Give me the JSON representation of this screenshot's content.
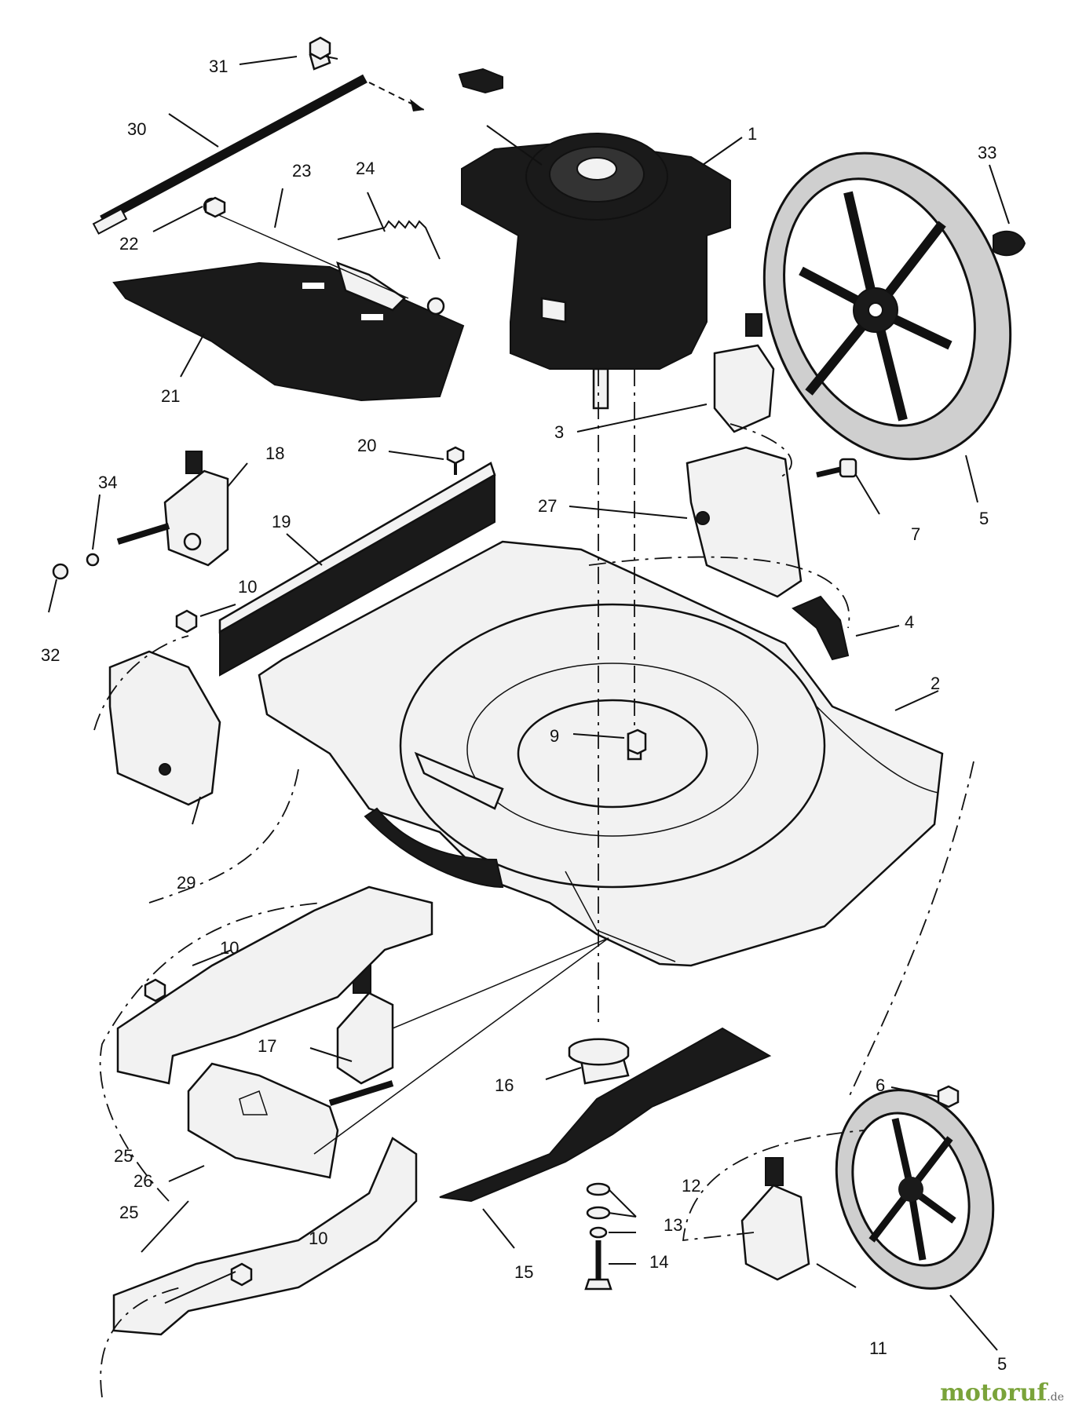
{
  "callouts": {
    "c1": "1",
    "c2": "2",
    "c3": "3",
    "c4": "4",
    "c5a": "5",
    "c5b": "5",
    "c6": "6",
    "c7": "7",
    "c9": "9",
    "c10a": "10",
    "c10b": "10",
    "c10c": "10",
    "c11": "11",
    "c12": "12",
    "c13": "13",
    "c14": "14",
    "c15": "15",
    "c16": "16",
    "c17": "17",
    "c18": "18",
    "c19": "19",
    "c20": "20",
    "c21": "21",
    "c22": "22",
    "c23": "23",
    "c24": "24",
    "c25a": "25",
    "c25b": "25",
    "c26": "26",
    "c27": "27",
    "c29": "29",
    "c30": "30",
    "c31": "31",
    "c32": "32",
    "c33": "33",
    "c34": "34"
  },
  "watermark": {
    "brand": "motoruf",
    "suffix": ".de"
  },
  "colors": {
    "ink": "#111111",
    "fill": "#f2f2f2",
    "dark": "#1a1a1a",
    "brand": "#7aa33a"
  }
}
